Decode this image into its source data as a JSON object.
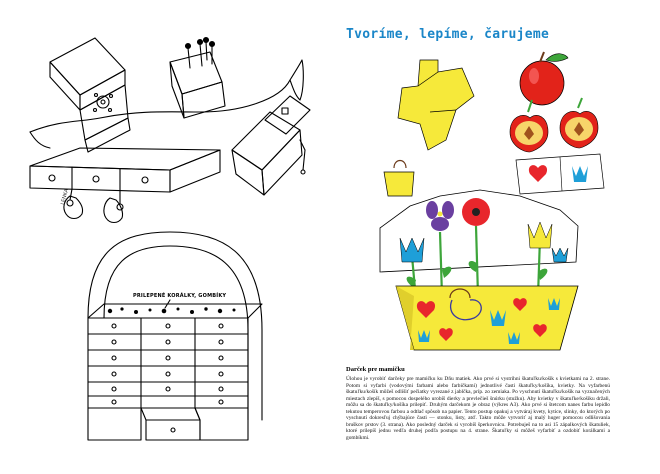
{
  "page_title": "Tvoríme, lepíme, čarujeme",
  "basket_label": "PRILEPENÉ KORÁLKY, GOMBÍKY",
  "artist_signature": "LENKA",
  "article": {
    "heading": "Darček pre mamičku",
    "body": "Úlohou je vyrobiť darčeky pre mamičku ku Dňu matiek. Ako prvé si vystrihni škatuľku/košík s kvietkami na 2. strane. Potom si vyfarbi (vodovými farbami alebo farbičkami) jednotlivé časti škatuľky/košíka, kvietky. Na vyfarbenú škatuľku/košík môžeš odlišiť pečiatky vyrezané z jablčka, príp. zo zemiaka. Po vyschnutí škatuľku/košík na vyznačených miestach zlepíš, s pomocou dospelého urobíš dierky a prevlečieš šnúrku (stužku). Aby kvietky v škatuľke/košíku držali, môžu sa do škatuľky/košíka prilepiť. Druhým darčekom je obraz (výkres A3). Ako prvé si štetcom nanes farbu lepidlo tekutou temperovou farbou a odtlač spôsob na papier. Tento postup opakuj a vytváraj kvety, kytice, slinky, do ktorých po vyschnutí dokresľuj chýbajúce časti — stonku, listy, atď. Takto môže vytvoriť aj malý huger pomocou odlišovania bruškov prstov (3. strana). Ako posledný darček si vyrobíš šperkovnicu. Potrebuješ na to asi 15 zápalkových škatuliek, ktoré prilepíš jednu vedľa druhej podľa postupu na 4. strane. Škatuľky si môžeš vyfarbiť a ozdobiť korálkami a gombíkmi."
  },
  "colors": {
    "title": "#1a86c8",
    "box_yellow": "#f6e93a",
    "heart_red": "#e8262c",
    "tulip_blue": "#1e9fd8",
    "violet": "#6a3fa0",
    "leaf_green": "#3da53a",
    "apple_red": "#e2231a"
  },
  "icons": {
    "heart": "heart-icon",
    "tulip": "tulip-icon",
    "apple": "apple-icon"
  }
}
